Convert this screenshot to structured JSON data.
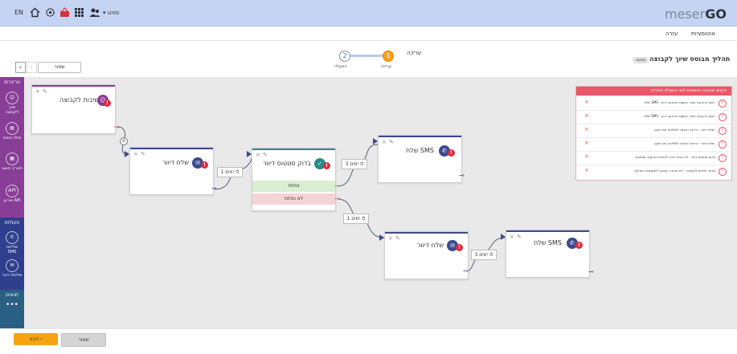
{
  "topbar": {
    "lang": "EN",
    "user": "▾ סוויגו",
    "icons": [
      "home-icon",
      "gear-icon",
      "basket-icon",
      "apps-grid-icon",
      "users-icon"
    ],
    "logo_light": "meser",
    "logo_bold": "GO",
    "bg_color": "#c5d4f3"
  },
  "subnav": {
    "automation": "אוטומציות",
    "help": "עזרה"
  },
  "header": {
    "process_title": "תהליך מבוסס שיוך לקבוצה",
    "badge": "טיוטה",
    "editing_title": "עריכה",
    "save_label": "שמור",
    "steps": [
      {
        "num": "2",
        "label": "הפעלה"
      },
      {
        "num": "1",
        "label": "עריכה",
        "active": true
      }
    ]
  },
  "rail": {
    "triggers_title": "טריגרים",
    "triggers": [
      {
        "label": "שיוך לקבוצה",
        "icon": "group-icon"
      },
      {
        "label": "מילוי טופס",
        "icon": "form-icon"
      },
      {
        "label": "תאריך חשוב",
        "icon": "calendar-icon"
      },
      {
        "label": "אירוע API",
        "icon": "api-icon"
      }
    ],
    "actions_title": "פעולות",
    "actions": [
      {
        "label": "שליחת SMS",
        "icon": "sms-icon"
      },
      {
        "label": "שליחת דיוור",
        "icon": "mail-icon"
      }
    ],
    "conditions_title": "תנאים",
    "more": "•••"
  },
  "nodes": {
    "trigger": {
      "title": "שיבות לקבוצה"
    },
    "mail1": {
      "title": "שלח דיוור"
    },
    "check": {
      "title": "בדוק סטטוס דיוור",
      "yes": "נפתח",
      "no": "לא נפתח"
    },
    "sms1": {
      "title": "שלח SMS"
    },
    "mail2": {
      "title": "שלח דיוור"
    },
    "sms2": {
      "title": "שלח SMS"
    }
  },
  "waits": {
    "w1": "1 ימים",
    "w2": "3 ימים",
    "w3": "1 ימים",
    "w4": "3 ימים"
  },
  "errors": {
    "title": "תקנים שגיאות האפשות לפני הפעלת התהליך",
    "items": [
      "שלח SMS - תוכן ההודעה חסר, טקסט ההודעה ריק.",
      "שלח SMS - תוכן ההודעה חסר, טקסט ההודעה ריק.",
      "שלח דיוור - הדיוור הנבחר לשליחה אינו תקין.",
      "שלח דיוור - הדיוור הנבחר לשליחה אינו תקין.",
      "בדוק סטטוס דיוור - לא נבחר דיוור לצורכת בדיקת הסטטוס",
      "טריגר שייכות לקבוצה - לא נבחרה קבוצה לתוקפות התהליך"
    ]
  },
  "footer": {
    "next_label": "הבא ›",
    "save_label": "שמור"
  },
  "colors": {
    "accent": "#f6a313",
    "trigger": "#883d96",
    "action": "#3c4990",
    "condition": "#2a8a8a",
    "error": "#e02b3a",
    "yes": "#d8efd2",
    "no": "#f5d4d6"
  }
}
